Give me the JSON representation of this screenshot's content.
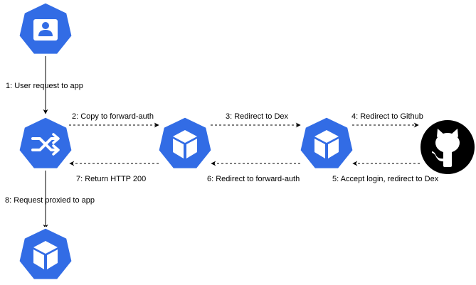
{
  "colors": {
    "node_fill": "#326ce5",
    "node_border": "#ffffff",
    "icon_fg": "#ffffff",
    "github_fill": "#000000",
    "edge": "#000000",
    "text": "#000000"
  },
  "nodes": {
    "user": {
      "icon": "user-icon"
    },
    "ingress": {
      "icon": "shuffle-icon"
    },
    "forward_auth": {
      "icon": "cube-icon"
    },
    "dex": {
      "icon": "cube-icon"
    },
    "github": {
      "icon": "github-octocat-icon"
    },
    "app": {
      "icon": "cube-icon"
    }
  },
  "edges": [
    {
      "id": "e1",
      "from": "user",
      "to": "ingress",
      "label": "1: User request to app"
    },
    {
      "id": "e2",
      "from": "ingress",
      "to": "forward_auth",
      "label": "2: Copy to forward-auth"
    },
    {
      "id": "e3",
      "from": "forward_auth",
      "to": "dex",
      "label": "3: Redirect to Dex"
    },
    {
      "id": "e4",
      "from": "dex",
      "to": "github",
      "label": "4: Redirect to Github"
    },
    {
      "id": "e5",
      "from": "github",
      "to": "dex",
      "label": "5: Accept login, redirect to Dex"
    },
    {
      "id": "e6",
      "from": "dex",
      "to": "forward_auth",
      "label": "6: Redirect to forward-auth"
    },
    {
      "id": "e7",
      "from": "forward_auth",
      "to": "ingress",
      "label": "7: Return HTTP 200"
    },
    {
      "id": "e8",
      "from": "ingress",
      "to": "app",
      "label": "8: Request proxied to app"
    }
  ]
}
